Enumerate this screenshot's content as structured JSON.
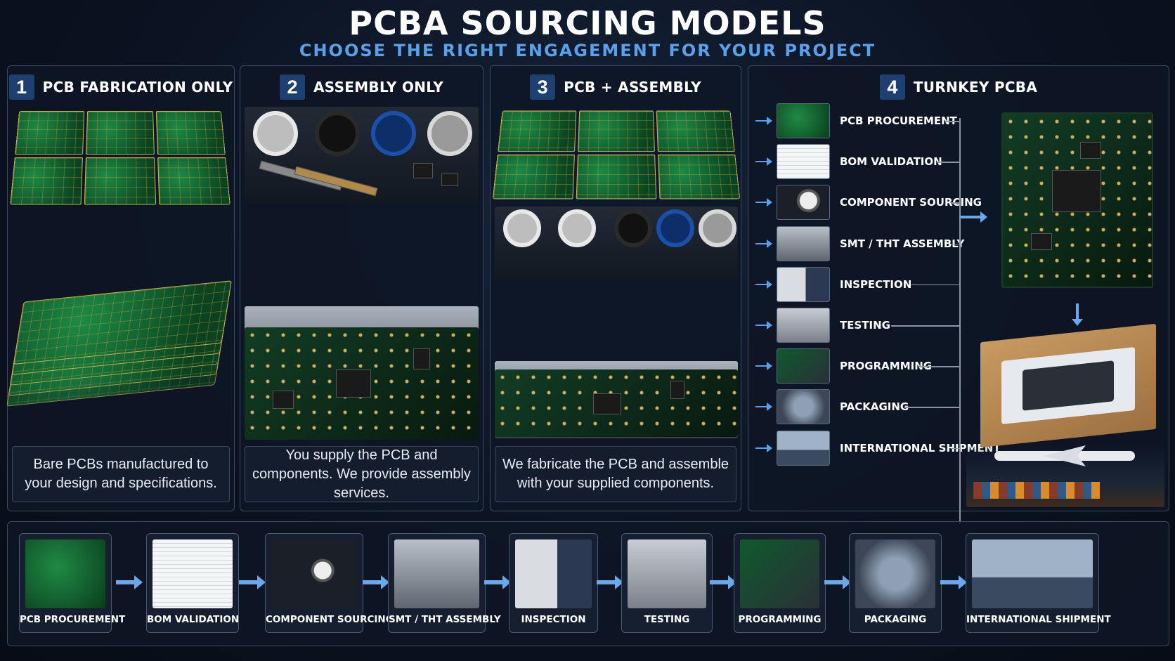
{
  "header": {
    "title": "PCBA SOURCING MODELS",
    "subtitle": "CHOOSE THE RIGHT ENGAGEMENT FOR YOUR PROJECT"
  },
  "models": [
    {
      "number": "1",
      "title": "PCB FABRICATION ONLY",
      "description": "Bare PCBs manufactured to your design and specifications."
    },
    {
      "number": "2",
      "title": "ASSEMBLY ONLY",
      "description": "You supply the PCB and components. We provide assembly services."
    },
    {
      "number": "3",
      "title": "PCB + ASSEMBLY",
      "description": "We fabricate the PCB and assemble with your supplied components."
    },
    {
      "number": "4",
      "title": "TURNKEY PCBA"
    }
  ],
  "turnkey_steps": [
    {
      "label": "PCB PROCUREMENT",
      "icon": "pcb-icon"
    },
    {
      "label": "BOM VALIDATION",
      "icon": "spreadsheet-icon"
    },
    {
      "label": "COMPONENT SOURCING",
      "icon": "reel-icon"
    },
    {
      "label": "SMT / THT ASSEMBLY",
      "icon": "pick-and-place-icon"
    },
    {
      "label": "INSPECTION",
      "icon": "inspection-machine-icon"
    },
    {
      "label": "TESTING",
      "icon": "test-equipment-icon"
    },
    {
      "label": "PROGRAMMING",
      "icon": "programming-station-icon"
    },
    {
      "label": "PACKAGING",
      "icon": "package-icon"
    },
    {
      "label": "INTERNATIONAL SHIPMENT",
      "icon": "airplane-ship-icon"
    }
  ],
  "process_flow": [
    {
      "label": "PCB PROCUREMENT"
    },
    {
      "label": "BOM VALIDATION"
    },
    {
      "label": "COMPONENT SOURCING"
    },
    {
      "label": "SMT / THT ASSEMBLY"
    },
    {
      "label": "INSPECTION"
    },
    {
      "label": "TESTING"
    },
    {
      "label": "PROGRAMMING"
    },
    {
      "label": "PACKAGING"
    },
    {
      "label": "INTERNATIONAL SHIPMENT"
    }
  ],
  "colors": {
    "background": "#0b1322",
    "accent_blue": "#5aa0ea",
    "number_badge": "#1e3f72",
    "pcb_green": "#0f5b2c",
    "border": "#3a4a63"
  }
}
